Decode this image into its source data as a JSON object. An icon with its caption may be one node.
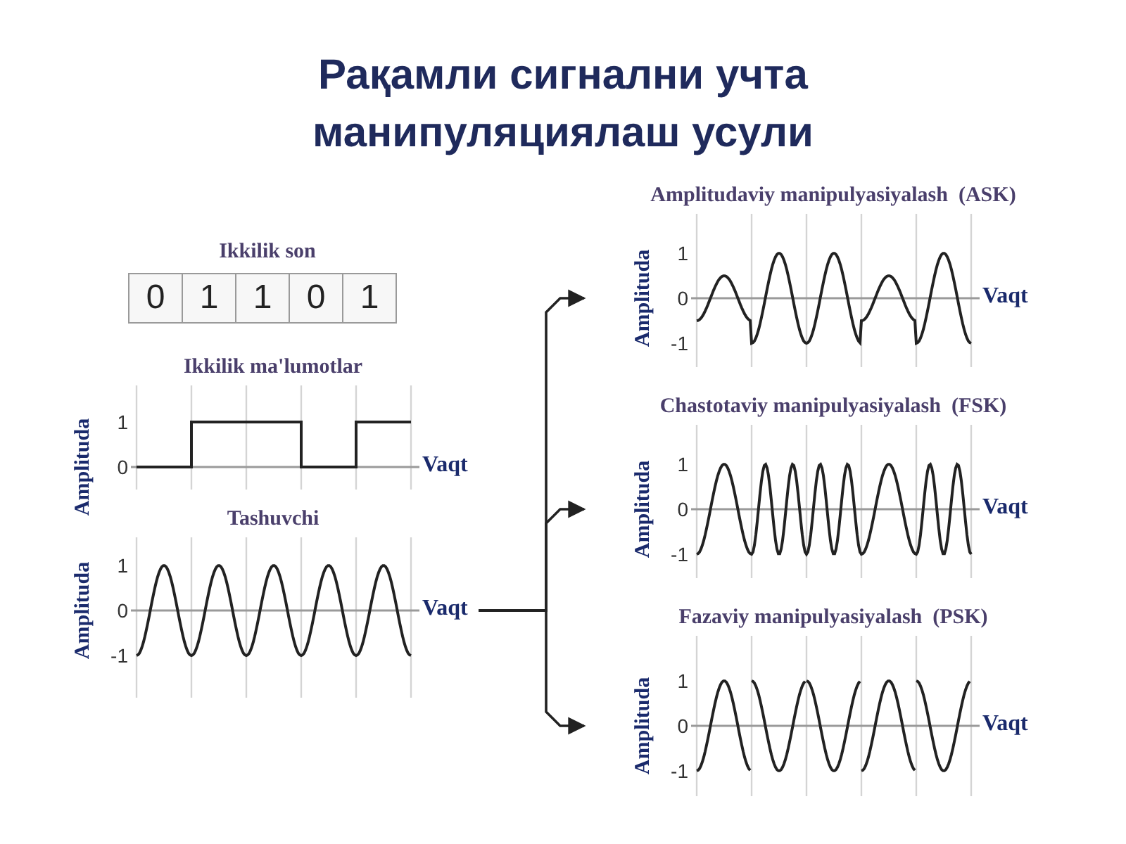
{
  "diagram": {
    "title": "Рақамли сигнални учта манипуляциялаш усули",
    "nodes": [
      {
        "text": [
          "Ikkilik son"
        ]
      },
      {
        "text": [
          "0"
        ],
        "in": 0
      },
      {
        "text": [
          "1"
        ],
        "in": 0
      },
      {
        "text": [
          "1"
        ],
        "in": 0
      },
      {
        "text": [
          "0"
        ],
        "in": 0
      },
      {
        "text": [
          "1"
        ],
        "in": 0
      },
      {
        "text": [
          "Ikkilik ma'lumotlar",
          "Amplituda",
          "1",
          "0",
          "Vaqt"
        ]
      },
      {
        "text": [
          "Tashuvchi",
          "Amplituda",
          "1",
          "0",
          "-1",
          "Vaqt"
        ]
      },
      {
        "text": [
          "Amplitudaviy manipulyasiyalash  (ASK)",
          "Amplituda",
          "1",
          "0",
          "-1",
          "Vaqt"
        ]
      },
      {
        "text": [
          "Chastotaviy manipulyasiyalash  (FSK)",
          "Amplituda",
          "1",
          "0",
          "-1",
          "Vaqt"
        ]
      },
      {
        "text": [
          "Fazaviy manipulyasiyalash  (PSK)",
          "Amplituda",
          "1",
          "0",
          "-1",
          "Vaqt"
        ]
      }
    ],
    "edges": [
      {
        "from": 7,
        "to": 8,
        "arrow": "to"
      },
      {
        "from": 7,
        "to": 9,
        "arrow": "to"
      },
      {
        "from": 7,
        "to": 10,
        "arrow": "to"
      }
    ]
  }
}
